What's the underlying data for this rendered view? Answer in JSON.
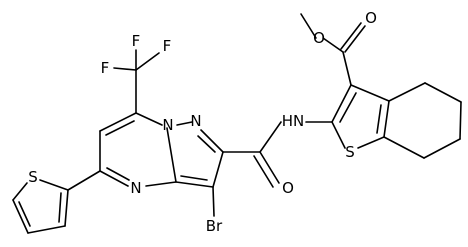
{
  "figure": {
    "type": "chemical-structure",
    "background": "#ffffff",
    "line_color": "#000000"
  },
  "atoms": [
    {
      "id": "O_me",
      "text": "O"
    },
    {
      "id": "O_carbonyl1",
      "text": "O"
    },
    {
      "id": "F_top",
      "text": "F"
    },
    {
      "id": "F_left",
      "text": "F"
    },
    {
      "id": "F_right",
      "text": "F"
    },
    {
      "id": "N_ring1",
      "text": "N"
    },
    {
      "id": "N_ring2",
      "text": "N"
    },
    {
      "id": "N_ring3",
      "text": "N"
    },
    {
      "id": "NH",
      "text": "HN"
    },
    {
      "id": "S_benzothiophene",
      "text": "S"
    },
    {
      "id": "S_thiophene",
      "text": "S"
    },
    {
      "id": "Br",
      "text": "Br"
    },
    {
      "id": "O_amide",
      "text": "O"
    }
  ]
}
